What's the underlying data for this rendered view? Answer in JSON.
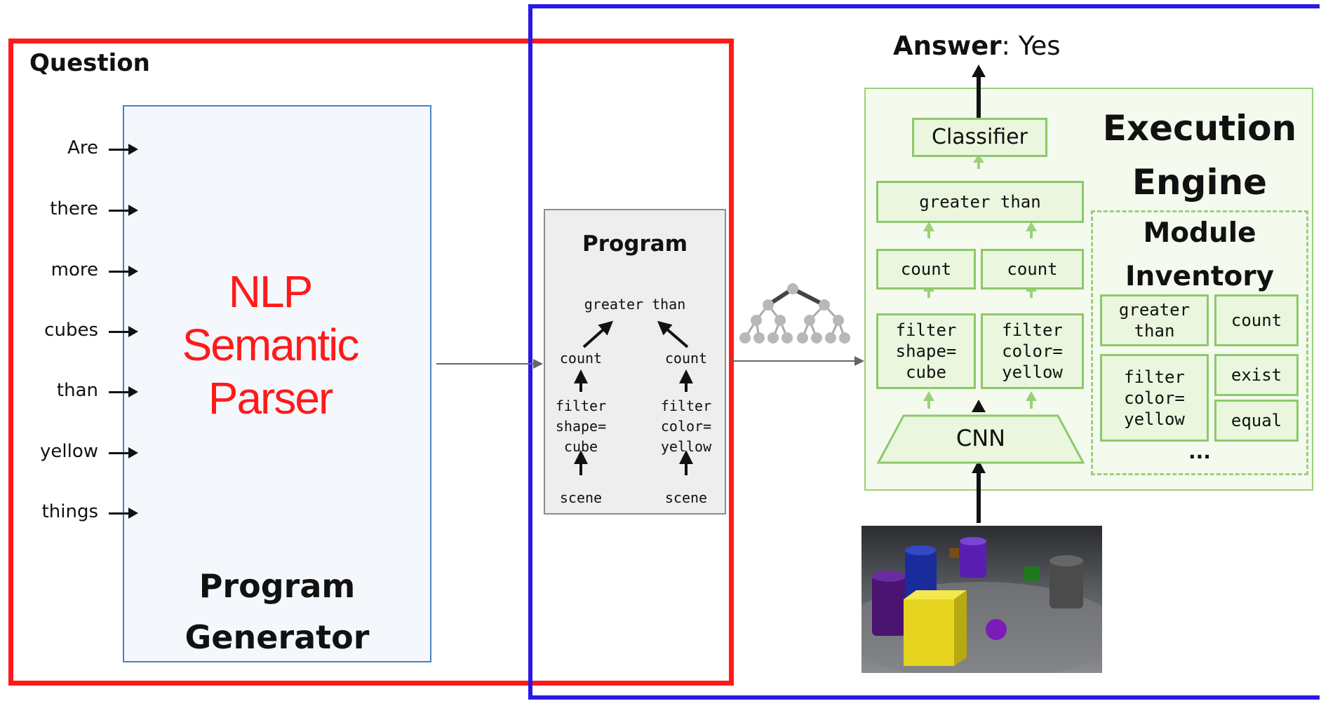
{
  "question": {
    "title": "Question",
    "words": [
      "Are",
      "there",
      "more",
      "cubes",
      "than",
      "yellow",
      "things"
    ]
  },
  "parser": {
    "nlp_label_lines": [
      "NLP",
      "Semantic",
      "Parser"
    ],
    "generator_label_lines": [
      "Program",
      "Generator"
    ]
  },
  "program": {
    "title": "Program",
    "root": "greater than",
    "left_count": "count",
    "right_count": "count",
    "left_filter": "filter\nshape=\ncube",
    "right_filter": "filter\ncolor=\nyellow",
    "left_scene": "scene",
    "right_scene": "scene"
  },
  "engine": {
    "answer_label": "Answer",
    "answer_value": ": Yes",
    "title_lines": [
      "Execution",
      "Engine"
    ],
    "classifier": "Classifier",
    "greater_than": "greater than",
    "count_left": "count",
    "count_right": "count",
    "filter_left": "filter\nshape=\ncube",
    "filter_right": "filter\ncolor=\nyellow",
    "cnn": "CNN"
  },
  "inventory": {
    "title_lines": [
      "Module",
      "Inventory"
    ],
    "modules": [
      "greater\nthan",
      "count",
      "filter\ncolor=\nyellow",
      "exist",
      "equal"
    ],
    "ellipsis": "..."
  },
  "colors": {
    "nlp_frame": "#ff1a1a",
    "executor_frame": "#2a18e6",
    "module_border": "#8cc96a",
    "module_fill": "#eaf6dd",
    "generator_border": "#4b7fc8"
  }
}
